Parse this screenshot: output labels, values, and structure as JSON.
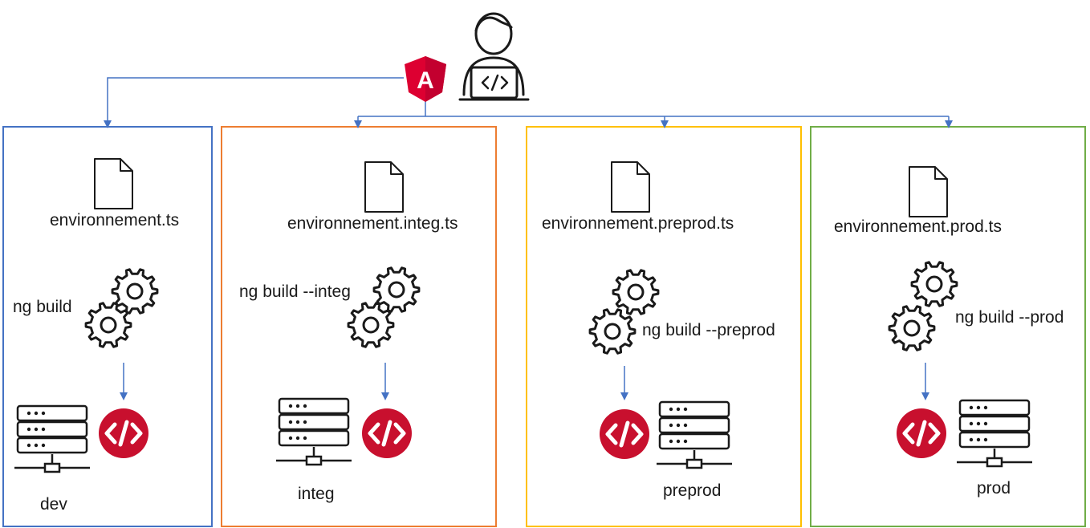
{
  "colors": {
    "dev": "#4472c4",
    "integ": "#ed7d31",
    "preprod": "#ffc000",
    "prod": "#70ad47",
    "connector": "#4472c4",
    "angular_red": "#dd0031",
    "code_badge_red": "#c8102e",
    "ink": "#1a1a1a"
  },
  "top": {
    "angular_logo_letter": "A",
    "developer_icon": "developer-laptop-icon"
  },
  "environments": [
    {
      "key": "dev",
      "file": "environnement.ts",
      "command": "ng build",
      "server": "dev"
    },
    {
      "key": "integ",
      "file": "environnement.integ.ts",
      "command": "ng build --integ",
      "server": "integ"
    },
    {
      "key": "preprod",
      "file": "environnement.preprod.ts",
      "command": "ng build --preprod",
      "server": "preprod"
    },
    {
      "key": "prod",
      "file": "environnement.prod.ts",
      "command": "ng build --prod",
      "server": "prod"
    }
  ]
}
